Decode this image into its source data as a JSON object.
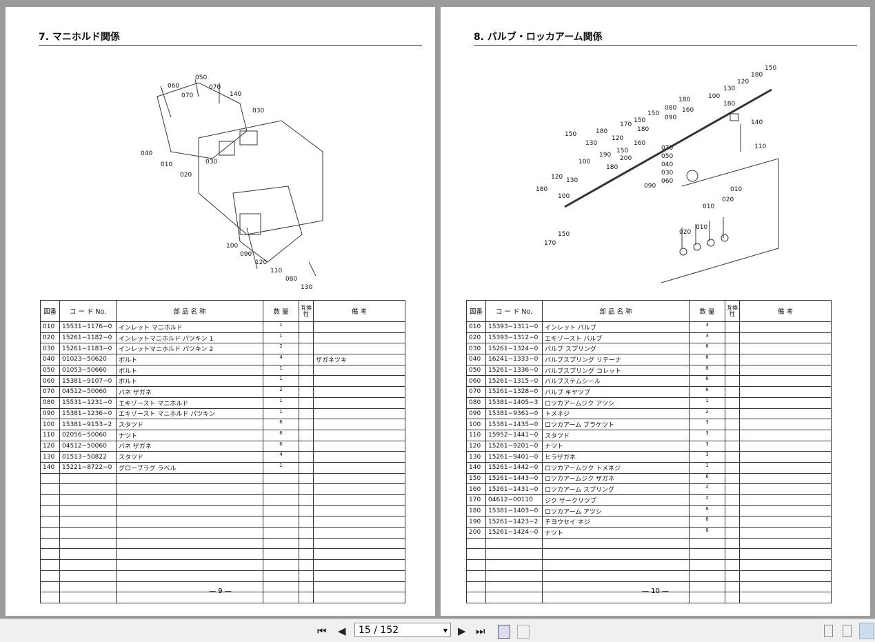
{
  "headers": {
    "no": "図番",
    "code": "コ ー ド No.",
    "name": "部 品 名 称",
    "qty": "数 量",
    "interchange": "互換性",
    "remarks": "備 考"
  },
  "left": {
    "title": "7. マニホルド関係",
    "page_number": "— 9 —",
    "callouts": [
      "060",
      "050",
      "070",
      "070",
      "140",
      "030",
      "040",
      "010",
      "020",
      "030",
      "100",
      "090",
      "120",
      "110",
      "080",
      "130"
    ],
    "rows": [
      [
        "010",
        "15531−1176−0",
        "インレット マニホルド",
        "1",
        ""
      ],
      [
        "020",
        "15261−1182−0",
        "インレットマニホルド パツキン 1",
        "1",
        ""
      ],
      [
        "030",
        "15261−1183−0",
        "インレットマニホルド パツキン 2",
        "2",
        ""
      ],
      [
        "040",
        "01023−50620",
        "ボルト",
        "4",
        "ザガネツキ"
      ],
      [
        "050",
        "01053−50660",
        "ボルト",
        "1",
        ""
      ],
      [
        "060",
        "15381−9107−0",
        "ボルト",
        "1",
        ""
      ],
      [
        "070",
        "04512−50060",
        "バネ ザガネ",
        "2",
        ""
      ],
      [
        "080",
        "15531−1231−0",
        "エキゾースト マニホルド",
        "1",
        ""
      ],
      [
        "090",
        "15381−1236−0",
        "エキゾースト マニホルド パツキン",
        "1",
        ""
      ],
      [
        "100",
        "15381−9153−2",
        "スタツド",
        "6",
        ""
      ],
      [
        "110",
        "02056−50060",
        "ナツト",
        "6",
        ""
      ],
      [
        "120",
        "04512−50060",
        "バネ ザガネ",
        "6",
        ""
      ],
      [
        "130",
        "01513−50822",
        "スタツド",
        "4",
        ""
      ],
      [
        "140",
        "15221−8722−0",
        "グロープラグ ラベル",
        "1",
        ""
      ]
    ]
  },
  "right": {
    "title": "8. バルブ・ロッカアーム関係",
    "page_number": "— 10 —",
    "callouts": [
      "170",
      "150",
      "180",
      "120",
      "130",
      "100",
      "080",
      "090",
      "160",
      "150",
      "180",
      "140",
      "110",
      "070",
      "050",
      "040",
      "030",
      "060",
      "010",
      "020",
      "010",
      "020",
      "010",
      "180",
      "100",
      "130",
      "120",
      "180",
      "150",
      "160",
      "150",
      "180",
      "200",
      "190",
      "130",
      "120",
      "180",
      "150",
      "090",
      "100",
      "180",
      "170",
      "150"
    ],
    "rows": [
      [
        "010",
        "15393−1311−0",
        "インレット バルブ",
        "3",
        ""
      ],
      [
        "020",
        "15393−1312−0",
        "エキゾースト バルブ",
        "3",
        ""
      ],
      [
        "030",
        "15261−1324−0",
        "バルブ スプリング",
        "6",
        ""
      ],
      [
        "040",
        "16241−1333−0",
        "バルブスプリング リテーナ",
        "6",
        ""
      ],
      [
        "050",
        "15261−1336−0",
        "バルブスプリング コレット",
        "6",
        ""
      ],
      [
        "060",
        "15261−1315−0",
        "バルブステムシール",
        "6",
        ""
      ],
      [
        "070",
        "15261−1328−0",
        "バルブ キヤツプ",
        "6",
        ""
      ],
      [
        "080",
        "15381−1405−3",
        "ロツカアームジク アツシ",
        "1",
        ""
      ],
      [
        "090",
        "15381−9361−0",
        "トメネジ",
        "2",
        ""
      ],
      [
        "100",
        "15381−1435−0",
        "ロツカアーム ブラケツト",
        "3",
        ""
      ],
      [
        "110",
        "15952−1441−0",
        "スタツド",
        "3",
        ""
      ],
      [
        "120",
        "15261−9201−0",
        "ナツト",
        "3",
        ""
      ],
      [
        "130",
        "15261−9401−0",
        "ヒラザガネ",
        "3",
        ""
      ],
      [
        "140",
        "15261−1442−0",
        "ロツカアームジク トメネジ",
        "1",
        ""
      ],
      [
        "150",
        "15261−1443−0",
        "ロツカアームジク ザガネ",
        "6",
        ""
      ],
      [
        "160",
        "15261−1431−0",
        "ロツカアーム スプリング",
        "2",
        ""
      ],
      [
        "170",
        "04612−00110",
        "ジク サークリツプ",
        "2",
        ""
      ],
      [
        "180",
        "15381−1403−0",
        "ロツカアーム アツシ",
        "6",
        ""
      ],
      [
        "190",
        "15261−1423−2",
        "チヨウセイ ネジ",
        "6",
        ""
      ],
      [
        "200",
        "15261−1424−0",
        "ナツト",
        "6",
        ""
      ]
    ]
  },
  "toolbar": {
    "page_field": "15 / 152",
    "first": "⏮",
    "prev": "◀",
    "next": "▶",
    "last": "⏭"
  }
}
